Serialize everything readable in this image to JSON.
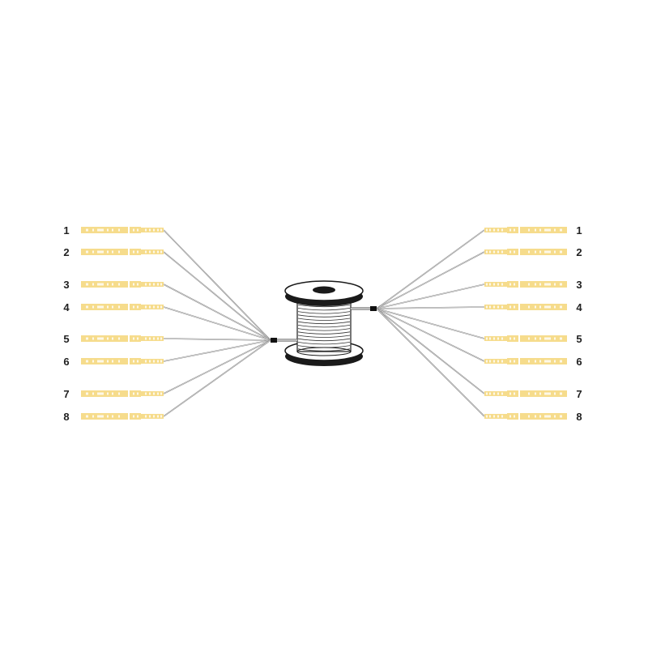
{
  "diagram": {
    "left_labels": [
      "1",
      "2",
      "3",
      "4",
      "5",
      "6",
      "7",
      "8"
    ],
    "right_labels": [
      "1",
      "2",
      "3",
      "4",
      "5",
      "6",
      "7",
      "8"
    ],
    "connector_color": "#f6dc8c",
    "fiber_color": "#8a8a8a",
    "spool_color": "#1a1a1a",
    "icons": {
      "connector": "sc-connector-icon",
      "spool": "cable-spool-icon"
    }
  }
}
